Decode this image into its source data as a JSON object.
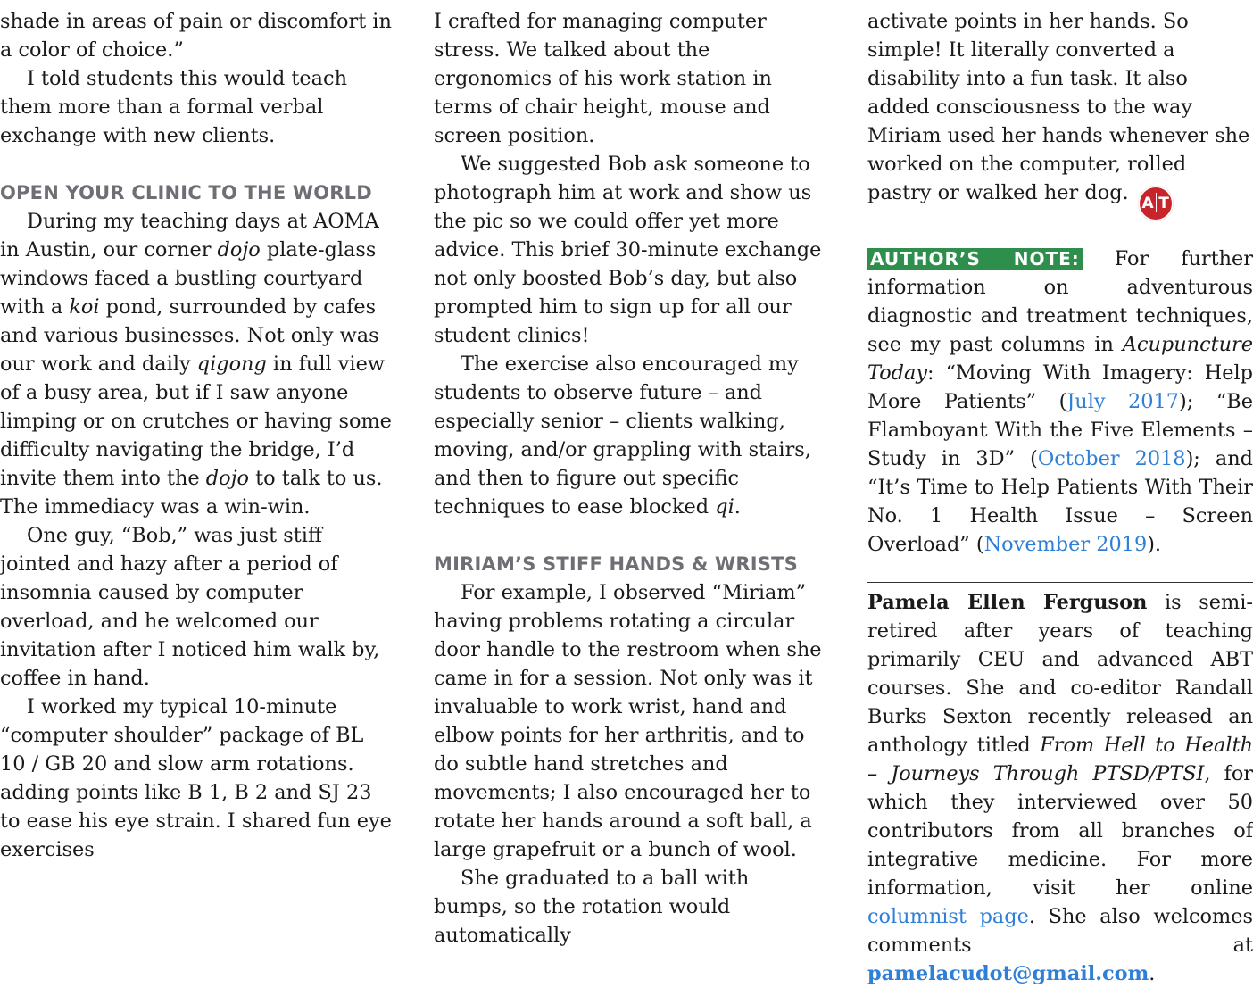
{
  "col1": {
    "p1": "shade in areas of pain or discomfort in a color of choice.”",
    "p2": "I told students this would teach them more than a formal verbal exchange with new clients.",
    "heading": "OPEN YOUR CLINIC TO THE WORLD",
    "p3_a": "During my teaching days at AOMA in Austin, our corner ",
    "p3_dojo1": "dojo",
    "p3_b": " plate-glass windows faced a bustling courtyard with a ",
    "p3_koi": "koi",
    "p3_c": " pond, surrounded by cafes and various businesses. Not only was our work and daily ",
    "p3_qigong": "qigong",
    "p3_d": " in full view of a busy area, but if I saw anyone limping or on crutches or having some difficulty navigating the bridge, I’d invite them into the ",
    "p3_dojo2": "dojo",
    "p3_e": " to talk to us. The immediacy was a win-win.",
    "p4": "One guy, “Bob,” was just stiff jointed and hazy after a period of insomnia caused by computer overload, and he welcomed our invitation after I noticed him walk by, coffee in hand.",
    "p5": "I worked my typical 10-minute “computer shoulder” package of BL 10 / GB 20 and slow arm rotations. adding points like B 1, B 2 and SJ 23 to ease his eye strain. I shared fun eye exercises"
  },
  "col2": {
    "p1": "I crafted for managing computer stress. We talked about the ergonomics of his work station in terms of chair height, mouse and screen position.",
    "p2": "We suggested Bob ask someone to photograph him at work and show us the pic so we could offer yet more advice. This brief 30-minute exchange not only boosted Bob’s day, but also prompted him to sign up for all our student clinics!",
    "p3_a": "The exercise also encouraged my students to observe future – and especially senior – clients walking, moving, and/or grappling with stairs, and then to figure out specific techniques to ease blocked ",
    "p3_qi": "qi",
    "p3_b": ".",
    "heading": "MIRIAM’S STIFF HANDS & WRISTS",
    "p4": "For example, I observed “Miriam” having problems rotating a circular door handle to the restroom when she came in for a session. Not only was it invaluable to work wrist, hand and elbow points for her arthritis, and to do subtle hand stretches and movements; I also encouraged her to rotate her hands around a soft ball, a large grapefruit or a bunch of wool.",
    "p5": "She graduated to a ball with bumps, so the rotation would automatically"
  },
  "col3": {
    "p1": "activate points in her hands. So simple! It literally converted a disability into a fun task. It also added consciousness to the way Miriam used her hands whenever she worked on the computer, rolled pastry or walked her dog.",
    "logo_left": "A",
    "logo_right": "T",
    "note_label": "AUTHOR’S NOTE:",
    "note_a": " For further information on adventurous diagnostic and treatment techniques, see my past columns in ",
    "note_journal": "Acupuncture Today",
    "note_b": ": “Moving With Imagery: Help More Patients” (",
    "note_link1": "July 2017",
    "note_c": "); “Be Flamboyant With the Five Elements – Study in 3D” (",
    "note_link2": "October 2018",
    "note_d": "); and “It’s Time to Help Patients With Their No. 1 Health Issue – Screen Overload” (",
    "note_link3": "November 2019",
    "note_e": ").",
    "bio_name": "Pamela Ellen Ferguson",
    "bio_a": " is semi-retired after years of teaching primarily CEU and advanced ABT courses. She and co-editor Randall Burks Sexton recently released an anthology titled ",
    "bio_book": "From Hell to Health – Journeys Through PTSD/PTSI",
    "bio_b": ", for which they interviewed over 50 contributors from all branches of integrative medicine. For more information, visit her online ",
    "bio_link": "columnist page",
    "bio_c": ". She also welcomes comments at ",
    "bio_email": "pamelacudot@gmail.com",
    "bio_d": "."
  },
  "colors": {
    "heading": "#6e6e74",
    "link": "#2f7fd6",
    "note_bg": "#2e8f4c",
    "logo": "#c8242b"
  }
}
